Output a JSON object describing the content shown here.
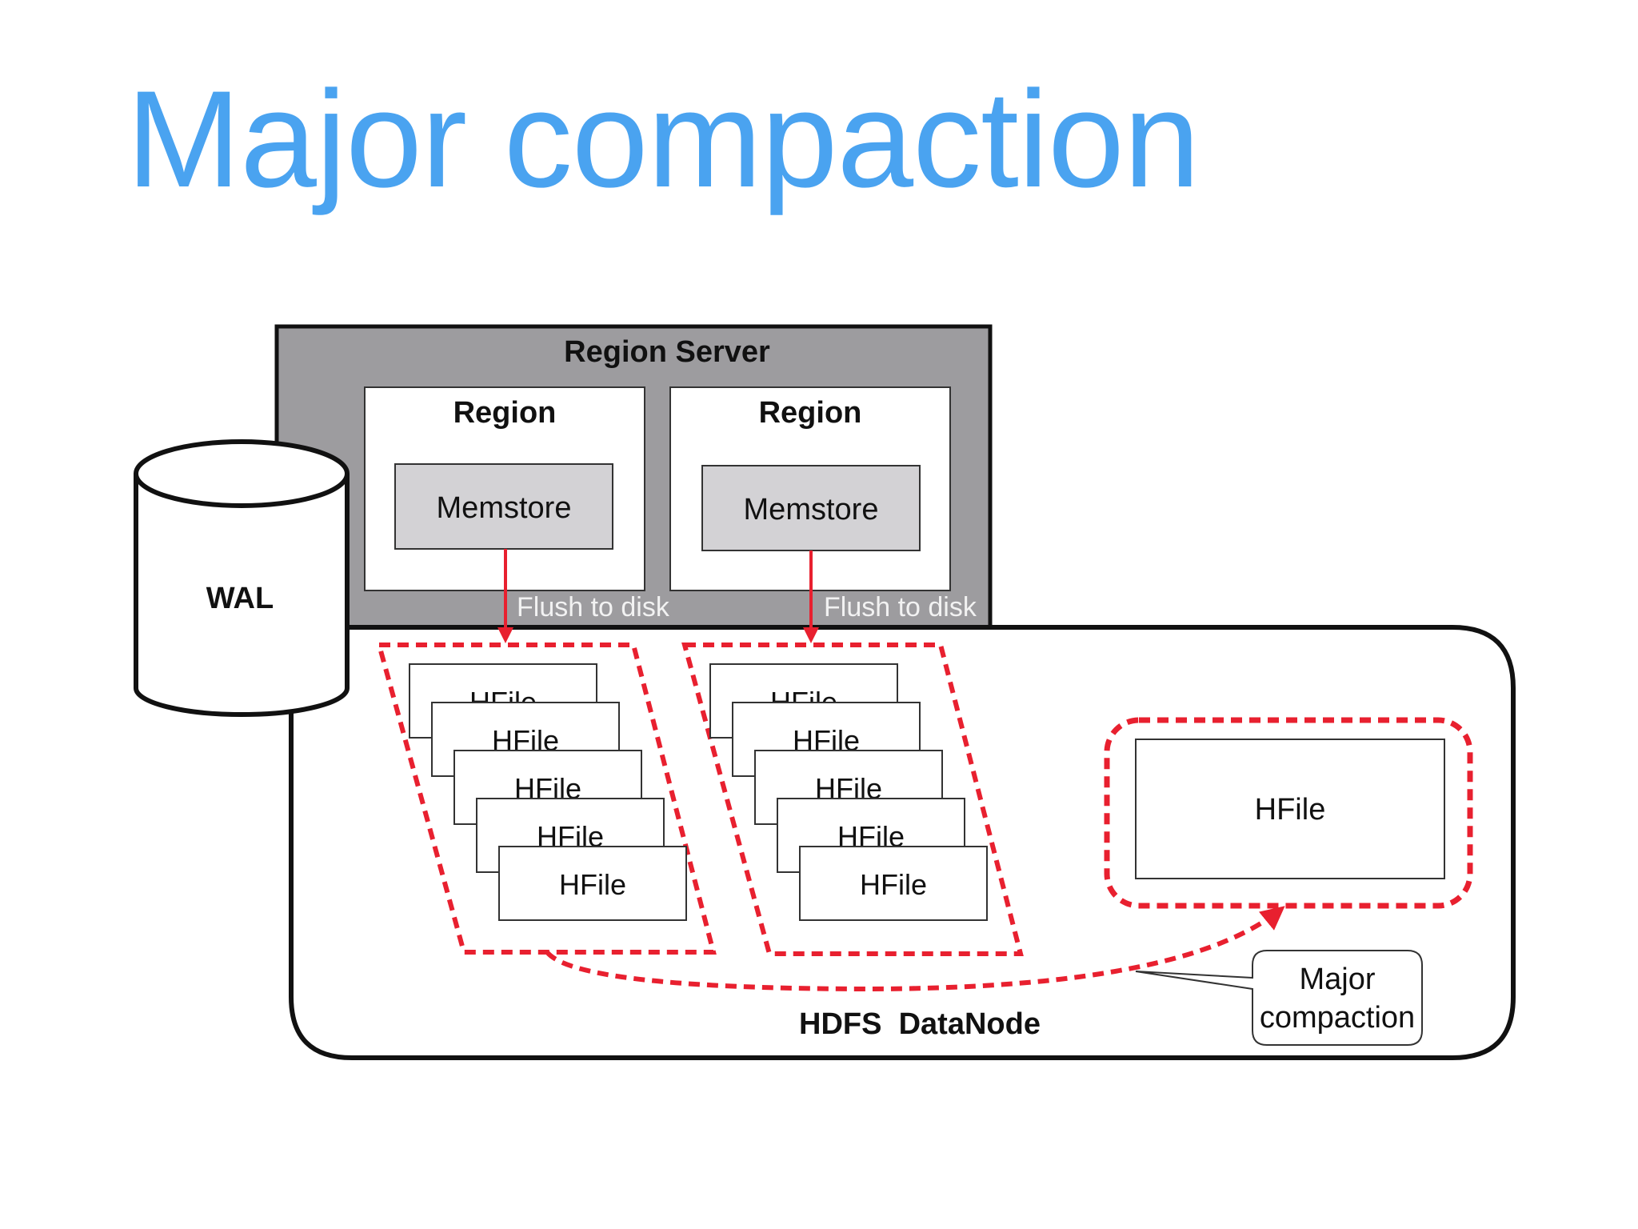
{
  "slide": {
    "title": "Major compaction"
  },
  "diagram": {
    "region_server": {
      "label": "Region Server"
    },
    "regions": [
      {
        "label": "Region",
        "memstore": "Memstore",
        "flush_label": "Flush to disk"
      },
      {
        "label": "Region",
        "memstore": "Memstore",
        "flush_label": "Flush to disk"
      }
    ],
    "wal": {
      "label": "WAL"
    },
    "datanode": {
      "label": "HDFS  DataNode"
    },
    "hfile_label": "HFile",
    "compacted_hfile": {
      "label": "HFile"
    },
    "callout": {
      "line1": "Major",
      "line2": "compaction"
    },
    "colors": {
      "title": "#4aa3f0",
      "region_server_fill": "#9d9c9f",
      "memstore_fill": "#d3d2d5",
      "accent_red": "#e8202f"
    }
  }
}
